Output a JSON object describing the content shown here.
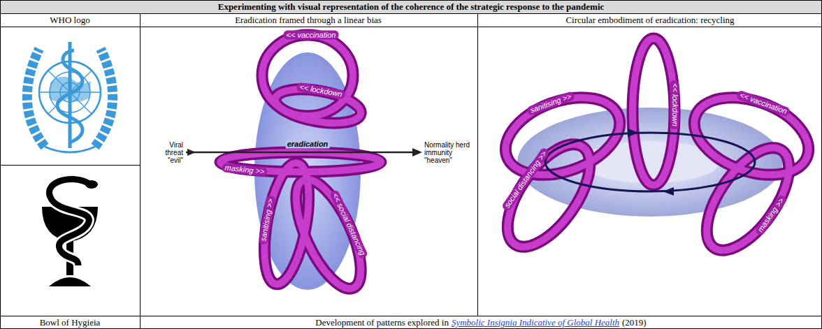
{
  "diagram": {
    "title": "Experimenting with visual representation of the coherence of the strategic response to the pandemic",
    "labels": [
      "WHO logo",
      "Eradication framed through a linear bias",
      "Circular embodiment of eradication: recycling",
      "<< vaccination",
      "<< lockdown",
      "eradication",
      "Viral threat \"evil\"",
      "Normality herd immunity \"heaven\"",
      "masking >>",
      "sanitising >>",
      "<< social distancing",
      "sanitising >>",
      "<< lockdown",
      "<< vaccination",
      "social distancing >>",
      "masking >>",
      "Bowl of Hygieia",
      "Development of patterns explored in",
      "Symbolic Insignia Indicative of Global Health",
      "(2019)"
    ]
  }
}
